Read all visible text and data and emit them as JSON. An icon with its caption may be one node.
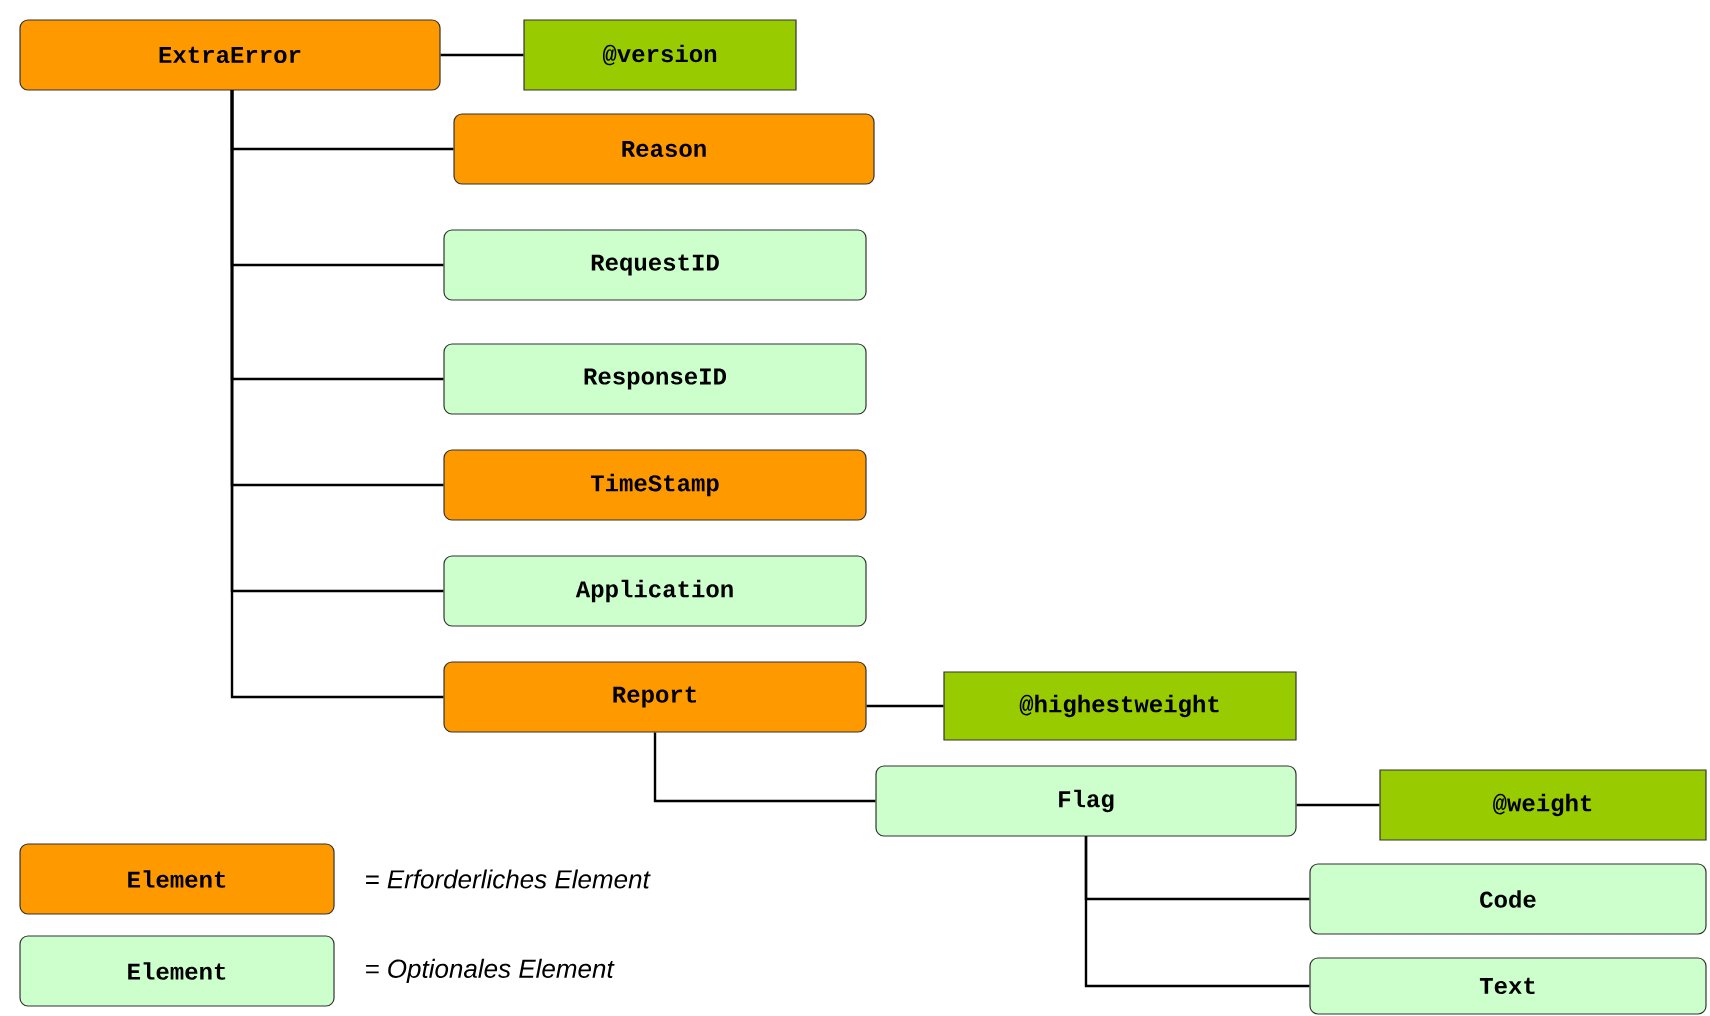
{
  "diagram": {
    "nodes": [
      {
        "text": [
          "ExtraError"
        ]
      },
      {
        "text": [
          "@version"
        ]
      },
      {
        "text": [
          "Reason"
        ]
      },
      {
        "text": [
          "RequestID"
        ]
      },
      {
        "text": [
          "ResponseID"
        ]
      },
      {
        "text": [
          "TimeStamp"
        ]
      },
      {
        "text": [
          "Application"
        ]
      },
      {
        "text": [
          "Report"
        ]
      },
      {
        "text": [
          "@highestweight"
        ]
      },
      {
        "text": [
          "Flag"
        ]
      },
      {
        "text": [
          "@weight"
        ]
      },
      {
        "text": [
          "Code"
        ]
      },
      {
        "text": [
          "Text"
        ]
      },
      {
        "text": [
          "Element"
        ]
      },
      {
        "text": [
          "Element"
        ]
      }
    ],
    "edges": [
      {
        "from": 0,
        "to": 1,
        "arrow": "none"
      },
      {
        "from": 0,
        "to": 2,
        "arrow": "none"
      },
      {
        "from": 0,
        "to": 3,
        "arrow": "none"
      },
      {
        "from": 0,
        "to": 4,
        "arrow": "none"
      },
      {
        "from": 0,
        "to": 5,
        "arrow": "none"
      },
      {
        "from": 0,
        "to": 6,
        "arrow": "none"
      },
      {
        "from": 0,
        "to": 7,
        "arrow": "none"
      },
      {
        "from": 7,
        "to": 8,
        "arrow": "none"
      },
      {
        "from": 7,
        "to": 9,
        "arrow": "none"
      },
      {
        "from": 9,
        "to": 10,
        "arrow": "none"
      },
      {
        "from": 9,
        "to": 11,
        "arrow": "none"
      },
      {
        "from": 9,
        "to": 12,
        "arrow": "none"
      }
    ],
    "legend": [
      {
        "text": "= Erforderliches Element",
        "color": "#ff9900"
      },
      {
        "text": "= Optionales Element",
        "color": "#ccffcc"
      }
    ]
  }
}
